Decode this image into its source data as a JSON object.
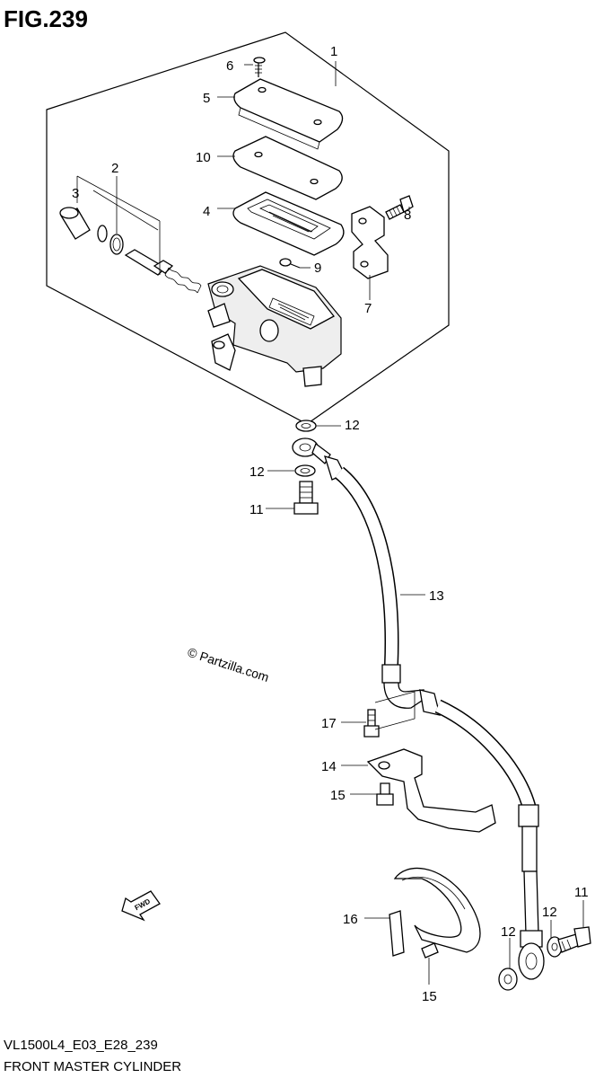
{
  "figure": {
    "title": "FIG.239"
  },
  "callouts": {
    "c1": "1",
    "c2": "2",
    "c3": "3",
    "c4": "4",
    "c5": "5",
    "c6": "6",
    "c7": "7",
    "c8": "8",
    "c9": "9",
    "c10": "10",
    "c11a": "11",
    "c11b": "11",
    "c12a": "12",
    "c12b": "12",
    "c12c": "12",
    "c12d": "12",
    "c13": "13",
    "c14": "14",
    "c15a": "15",
    "c15b": "15",
    "c16": "16",
    "c17": "17"
  },
  "watermark": "© Partzilla.com",
  "fwd_label": "FWD",
  "footer": {
    "model_code": "VL1500L4_E03_E28_239",
    "part_name": "FRONT MASTER CYLINDER"
  }
}
